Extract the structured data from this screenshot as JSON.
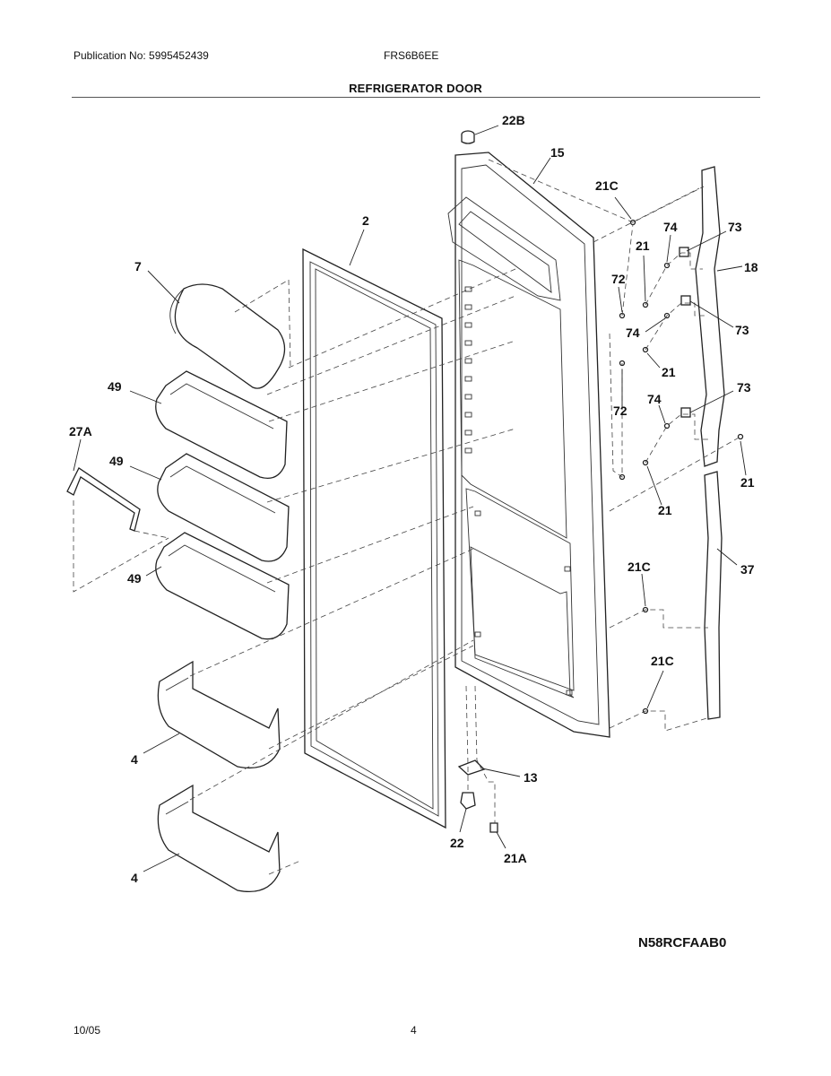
{
  "header": {
    "publication": "Publication No: 5995452439",
    "model": "FRS6B6EE",
    "title": "REFRIGERATOR DOOR"
  },
  "diagram_code": "N58RCFAAB0",
  "footer": {
    "date": "10/05",
    "page": "4"
  },
  "callouts": {
    "c22B": "22B",
    "c15": "15",
    "c21C_top": "21C",
    "c74_a": "74",
    "c73_a": "73",
    "c21_a": "21",
    "c18": "18",
    "c72_a": "72",
    "c74_b": "74",
    "c73_b": "73",
    "c21_b": "21",
    "c72_b": "72",
    "c74_c": "74",
    "c73_c": "73",
    "c21_c": "21",
    "c21_d": "21",
    "c37": "37",
    "c21C_mid": "21C",
    "c21C_low": "21C",
    "c2": "2",
    "c7": "7",
    "c49_a": "49",
    "c49_b": "49",
    "c49_c": "49",
    "c27A": "27A",
    "c4_a": "4",
    "c4_b": "4",
    "c13": "13",
    "c22": "22",
    "c21A": "21A"
  }
}
